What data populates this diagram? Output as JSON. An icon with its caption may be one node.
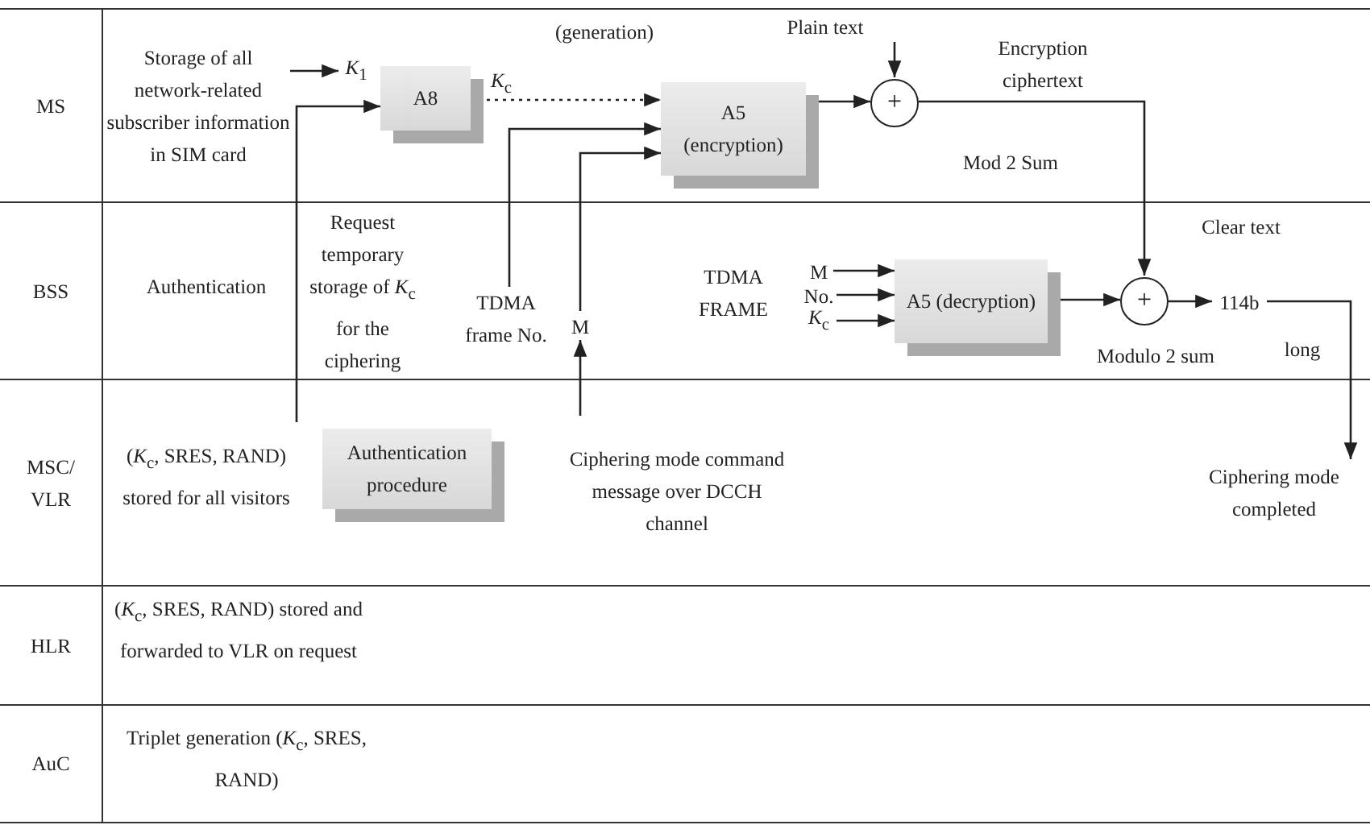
{
  "diagram": {
    "nodes": [
      {
        "text": [
          "MS"
        ]
      },
      {
        "text": [
          "Storage of all network-related subscriber information in SIM card"
        ],
        "in": 0
      },
      {
        "text": [
          "*K*$_{1}$"
        ],
        "in": 0
      },
      {
        "text": [
          "A8"
        ],
        "in": 0
      },
      {
        "text": [
          "A5 (encryption)"
        ],
        "in": 0
      },
      {
        "text": [
          "Plain text"
        ],
        "in": 0
      },
      {
        "text": [
          "+"
        ],
        "beside": [
          "Mod 2 Sum"
        ],
        "in": 0
      },
      {
        "text": [
          "BSS"
        ]
      },
      {
        "text": [
          "TDMA frame No."
        ],
        "in": 7
      },
      {
        "text": [
          "M"
        ],
        "in": 7
      },
      {
        "text": [
          "M"
        ],
        "in": 7
      },
      {
        "text": [
          "No."
        ],
        "in": 7
      },
      {
        "text": [
          "*K*$_{c}$"
        ],
        "in": 7
      },
      {
        "text": [
          "A5 (decryption)"
        ],
        "in": 7
      },
      {
        "text": [
          "+"
        ],
        "beside": [
          "Modulo 2 sum"
        ],
        "in": 7
      },
      {
        "text": [
          "114b"
        ],
        "beside": [
          "Clear text",
          "long"
        ],
        "in": 7
      },
      {
        "text": [
          "MSC/ VLR"
        ]
      },
      {
        "text": [
          "(*K*$_{c}$, SRES, RAND) stored for all visitors"
        ],
        "in": 16
      },
      {
        "text": [
          "Authentication procedure"
        ],
        "in": 16
      },
      {
        "text": [
          "Ciphering mode command message over DCCH channel"
        ],
        "in": 16
      },
      {
        "text": [
          "Ciphering mode completed"
        ],
        "in": 16
      },
      {
        "text": [
          "HLR"
        ]
      },
      {
        "text": [
          "AuC"
        ]
      }
    ],
    "edges": [
      {
        "from": 1,
        "to": 2,
        "arrow": "to"
      },
      {
        "from": 17,
        "to": 3,
        "arrow": "to",
        "label": "Request temporary storage of *K*$_{c}$ for the ciphering"
      },
      {
        "from": 3,
        "to": 4,
        "arrow": "to",
        "style": "dashed",
        "label": "*K*$_{c}$"
      },
      {
        "from": 8,
        "to": 4,
        "arrow": "to"
      },
      {
        "from": 9,
        "to": 4,
        "arrow": "to"
      },
      {
        "from": 19,
        "to": 9,
        "arrow": "to"
      },
      {
        "from": 4,
        "to": 6,
        "arrow": "to"
      },
      {
        "from": 5,
        "to": 6,
        "arrow": "to"
      },
      {
        "from": 6,
        "to": 14,
        "arrow": "to",
        "label": "Encryption ciphertext"
      },
      {
        "from": 10,
        "to": 13,
        "arrow": "to"
      },
      {
        "from": 11,
        "to": 13,
        "arrow": "to"
      },
      {
        "from": 12,
        "to": 13,
        "arrow": "to"
      },
      {
        "from": 13,
        "to": 14,
        "arrow": "to"
      },
      {
        "from": 14,
        "to": 15,
        "arrow": "to"
      },
      {
        "from": 15,
        "to": 20,
        "arrow": "to"
      }
    ],
    "labels": [
      "(generation)",
      "Authentication",
      "TDMA FRAME",
      "(*K*$_{c}$, SRES, RAND) stored and forwarded to VLR on request",
      "Triplet generation (*K*$_{c}$, SRES, RAND)"
    ]
  }
}
